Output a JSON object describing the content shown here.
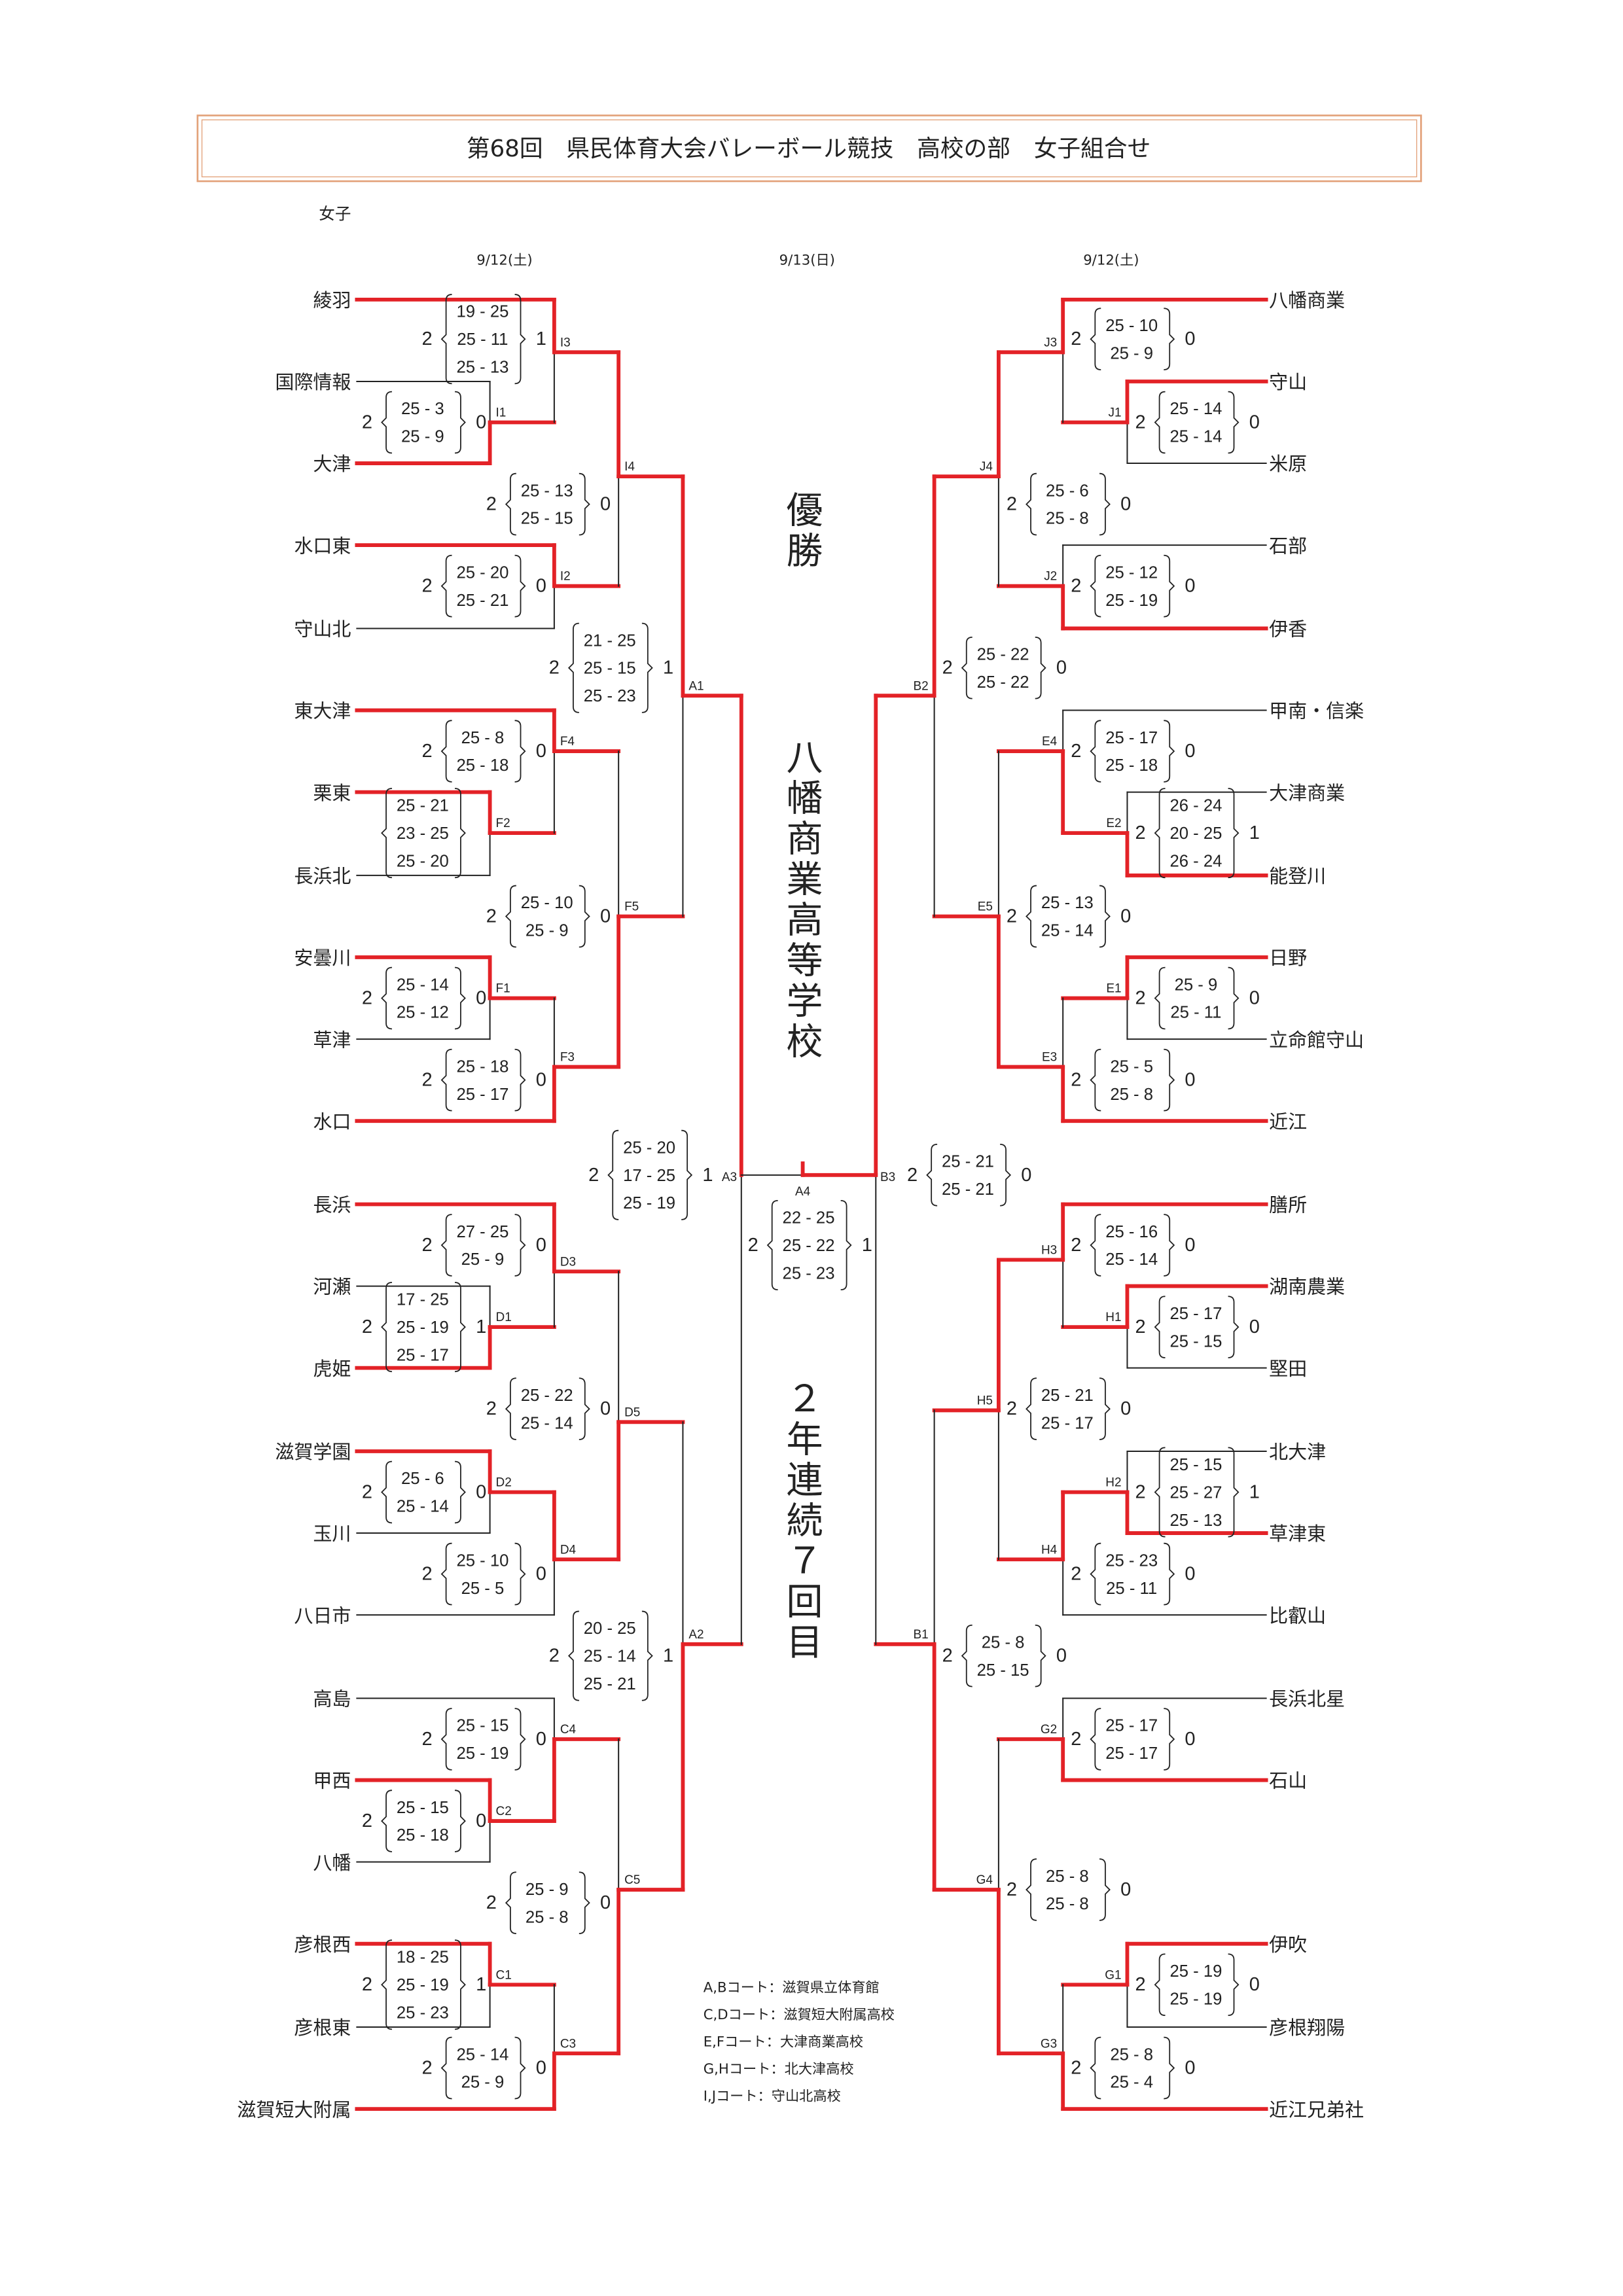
{
  "title": "第68回　県民体育大会バレーボール競技　高校の部　女子組合せ",
  "division": "女子",
  "dates": {
    "left": "9/12(土)",
    "center": "9/13(日)",
    "right": "9/12(土)"
  },
  "champion": {
    "heading": "優勝",
    "team": "八幡商業高等学校",
    "note": "２年連続７回目"
  },
  "teams_left": [
    "綾羽",
    "国際情報",
    "大津",
    "水口東",
    "守山北",
    "東大津",
    "栗東",
    "長浜北",
    "安曇川",
    "草津",
    "水口",
    "長浜",
    "河瀬",
    "虎姫",
    "滋賀学園",
    "玉川",
    "八日市",
    "高島",
    "甲西",
    "八幡",
    "彦根西",
    "彦根東",
    "滋賀短大附属"
  ],
  "teams_right": [
    "八幡商業",
    "守山",
    "米原",
    "石部",
    "伊香",
    "甲南・信楽",
    "大津商業",
    "能登川",
    "日野",
    "立命館守山",
    "近江",
    "膳所",
    "湖南農業",
    "堅田",
    "北大津",
    "草津東",
    "比叡山",
    "長浜北星",
    "石山",
    "伊吹",
    "彦根翔陽",
    "近江兄弟社"
  ],
  "matches": {
    "I1": {
      "label": "I1",
      "winner": "bottom",
      "won": "2",
      "lost": "0",
      "scores": [
        "25 - 3",
        "25 - 9"
      ]
    },
    "I3": {
      "label": "I3",
      "winner": "top",
      "won": "2",
      "lost": "1",
      "scores": [
        "19 - 25",
        "25 - 11",
        "25 - 13"
      ]
    },
    "I2": {
      "label": "I2",
      "winner": "top",
      "won": "2",
      "lost": "0",
      "scores": [
        "25 - 20",
        "25 - 21"
      ]
    },
    "I4": {
      "label": "I4",
      "winner": "top",
      "won": "2",
      "lost": "0",
      "scores": [
        "25 - 13",
        "25 - 15"
      ]
    },
    "F2": {
      "label": "F2",
      "winner": "top",
      "scores": [
        "25 - 21",
        "23 - 25",
        "25 - 20"
      ]
    },
    "F4": {
      "label": "F4",
      "winner": "top",
      "won": "2",
      "lost": "0",
      "scores": [
        "25 - 8",
        "25 - 18"
      ]
    },
    "F1": {
      "label": "F1",
      "winner": "top",
      "won": "2",
      "lost": "0",
      "scores": [
        "25 - 14",
        "25 - 12"
      ]
    },
    "F3": {
      "label": "F3",
      "winner": "bottom",
      "won": "2",
      "lost": "0",
      "scores": [
        "25 - 18",
        "25 - 17"
      ]
    },
    "F5": {
      "label": "F5",
      "winner": "bottom",
      "won": "2",
      "lost": "0",
      "scores": [
        "25 - 10",
        "25 - 9"
      ]
    },
    "A1": {
      "label": "A1",
      "winner": "top",
      "won": "2",
      "lost": "1",
      "scores": [
        "21 - 25",
        "25 - 15",
        "25 - 23"
      ]
    },
    "D1": {
      "label": "D1",
      "winner": "bottom",
      "won": "2",
      "lost": "1",
      "scores": [
        "17 - 25",
        "25 - 19",
        "25 - 17"
      ]
    },
    "D3": {
      "label": "D3",
      "winner": "top",
      "won": "2",
      "lost": "0",
      "scores": [
        "27 - 25",
        "25 - 9"
      ]
    },
    "D2": {
      "label": "D2",
      "winner": "top",
      "won": "2",
      "lost": "0",
      "scores": [
        "25 - 6",
        "25 - 14"
      ]
    },
    "D4": {
      "label": "D4",
      "winner": "top",
      "won": "2",
      "lost": "0",
      "scores": [
        "25 - 10",
        "25 - 5"
      ]
    },
    "D5": {
      "label": "D5",
      "winner": "bottom",
      "won": "2",
      "lost": "0",
      "scores": [
        "25 - 22",
        "25 - 14"
      ]
    },
    "C2": {
      "label": "C2",
      "winner": "top",
      "won": "2",
      "lost": "0",
      "scores": [
        "25 - 15",
        "25 - 18"
      ]
    },
    "C4": {
      "label": "C4",
      "winner": "bottom",
      "won": "2",
      "lost": "0",
      "scores": [
        "25 - 15",
        "25 - 19"
      ]
    },
    "C1": {
      "label": "C1",
      "winner": "top",
      "won": "2",
      "lost": "1",
      "scores": [
        "18 - 25",
        "25 - 19",
        "25 - 23"
      ]
    },
    "C3": {
      "label": "C3",
      "winner": "bottom",
      "won": "2",
      "lost": "0",
      "scores": [
        "25 - 14",
        "25 - 9"
      ]
    },
    "C5": {
      "label": "C5",
      "winner": "bottom",
      "won": "2",
      "lost": "0",
      "scores": [
        "25 - 9",
        "25 - 8"
      ]
    },
    "A2": {
      "label": "A2",
      "winner": "bottom",
      "won": "2",
      "lost": "1",
      "scores": [
        "20 - 25",
        "25 - 14",
        "25 - 21"
      ]
    },
    "A3": {
      "label": "A3",
      "winner": "top",
      "won": "2",
      "lost": "1",
      "scores": [
        "25 - 20",
        "17 - 25",
        "25 - 19"
      ]
    },
    "J1": {
      "label": "J1",
      "winner": "top",
      "won": "2",
      "lost": "0",
      "scores": [
        "25 - 14",
        "25 - 14"
      ]
    },
    "J3": {
      "label": "J3",
      "winner": "top",
      "won": "2",
      "lost": "0",
      "scores": [
        "25 - 10",
        "25 - 9"
      ]
    },
    "J2": {
      "label": "J2",
      "winner": "bottom",
      "won": "2",
      "lost": "0",
      "scores": [
        "25 - 12",
        "25 - 19"
      ]
    },
    "J4": {
      "label": "J4",
      "winner": "top",
      "won": "2",
      "lost": "0",
      "scores": [
        "25 - 6",
        "25 - 8"
      ]
    },
    "E2": {
      "label": "E2",
      "winner": "bottom",
      "won": "2",
      "lost": "1",
      "scores": [
        "26 - 24",
        "20 - 25",
        "26 - 24"
      ]
    },
    "E4": {
      "label": "E4",
      "winner": "bottom",
      "won": "2",
      "lost": "0",
      "scores": [
        "25 - 17",
        "25 - 18"
      ]
    },
    "E1": {
      "label": "E1",
      "winner": "top",
      "won": "2",
      "lost": "0",
      "scores": [
        "25 - 9",
        "25 - 11"
      ]
    },
    "E3": {
      "label": "E3",
      "winner": "bottom",
      "won": "2",
      "lost": "0",
      "scores": [
        "25 - 5",
        "25 - 8"
      ]
    },
    "E5": {
      "label": "E5",
      "winner": "bottom",
      "won": "2",
      "lost": "0",
      "scores": [
        "25 - 13",
        "25 - 14"
      ]
    },
    "B2": {
      "label": "B2",
      "winner": "top",
      "won": "2",
      "lost": "0",
      "scores": [
        "25 - 22",
        "25 - 22"
      ]
    },
    "H1": {
      "label": "H1",
      "winner": "top",
      "won": "2",
      "lost": "0",
      "scores": [
        "25 - 17",
        "25 - 15"
      ]
    },
    "H3": {
      "label": "H3",
      "winner": "top",
      "won": "2",
      "lost": "0",
      "scores": [
        "25 - 16",
        "25 - 14"
      ]
    },
    "H2": {
      "label": "H2",
      "winner": "bottom",
      "won": "2",
      "lost": "1",
      "scores": [
        "25 - 15",
        "25 - 27",
        "25 - 13"
      ]
    },
    "H4": {
      "label": "H4",
      "winner": "top",
      "won": "2",
      "lost": "0",
      "scores": [
        "25 - 23",
        "25 - 11"
      ]
    },
    "H5": {
      "label": "H5",
      "winner": "top",
      "won": "2",
      "lost": "0",
      "scores": [
        "25 - 21",
        "25 - 17"
      ]
    },
    "G2": {
      "label": "G2",
      "winner": "bottom",
      "won": "2",
      "lost": "0",
      "scores": [
        "25 - 17",
        "25 - 17"
      ]
    },
    "G1": {
      "label": "G1",
      "winner": "top",
      "won": "2",
      "lost": "0",
      "scores": [
        "25 - 19",
        "25 - 19"
      ]
    },
    "G3": {
      "label": "G3",
      "winner": "bottom",
      "won": "2",
      "lost": "0",
      "scores": [
        "25 - 8",
        "25 - 4"
      ]
    },
    "G4": {
      "label": "G4",
      "winner": "bottom",
      "won": "2",
      "lost": "0",
      "scores": [
        "25 - 8",
        "25 - 8"
      ]
    },
    "B1": {
      "label": "B1",
      "winner": "bottom",
      "won": "2",
      "lost": "0",
      "scores": [
        "25 - 8",
        "25 - 15"
      ]
    },
    "B3": {
      "label": "B3",
      "winner": "top",
      "won": "2",
      "lost": "0",
      "scores": [
        "25 - 21",
        "25 - 21"
      ]
    },
    "A4": {
      "label": "A4",
      "winner": "right",
      "won": "2",
      "lost": "1",
      "scores": [
        "22 - 25",
        "25 - 22",
        "25 - 23"
      ]
    }
  },
  "courts": [
    "A,Bコート：滋賀県立体育館",
    "C,Dコート：滋賀短大附属高校",
    "E,Fコート：大津商業高校",
    "G,Hコート：北大津高校",
    "I,Jコート：守山北高校"
  ],
  "colors": {
    "winner_line": "#e32227",
    "line": "#222222",
    "title_border": "#e3a27a"
  }
}
